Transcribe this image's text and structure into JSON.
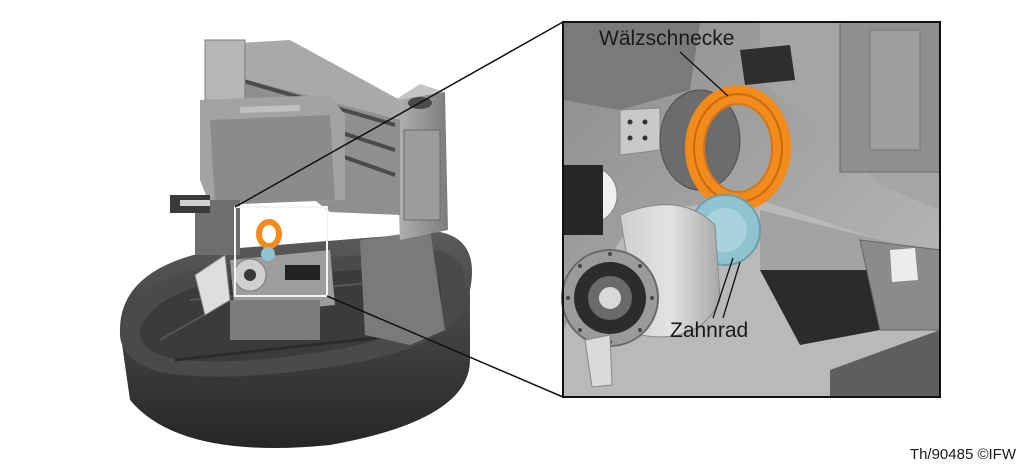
{
  "figure": {
    "callouts": {
      "worm": "Wälzschnecke",
      "gear": "Zahnrad"
    },
    "credit": "Th/90485 ©IFW"
  },
  "colors": {
    "worm_orange": "#f28a1c",
    "gear_cyan": "#8fc3cf",
    "machine_grey": "#9a9a9a",
    "machine_dark": "#3a3a3a",
    "frame": "#111111"
  }
}
